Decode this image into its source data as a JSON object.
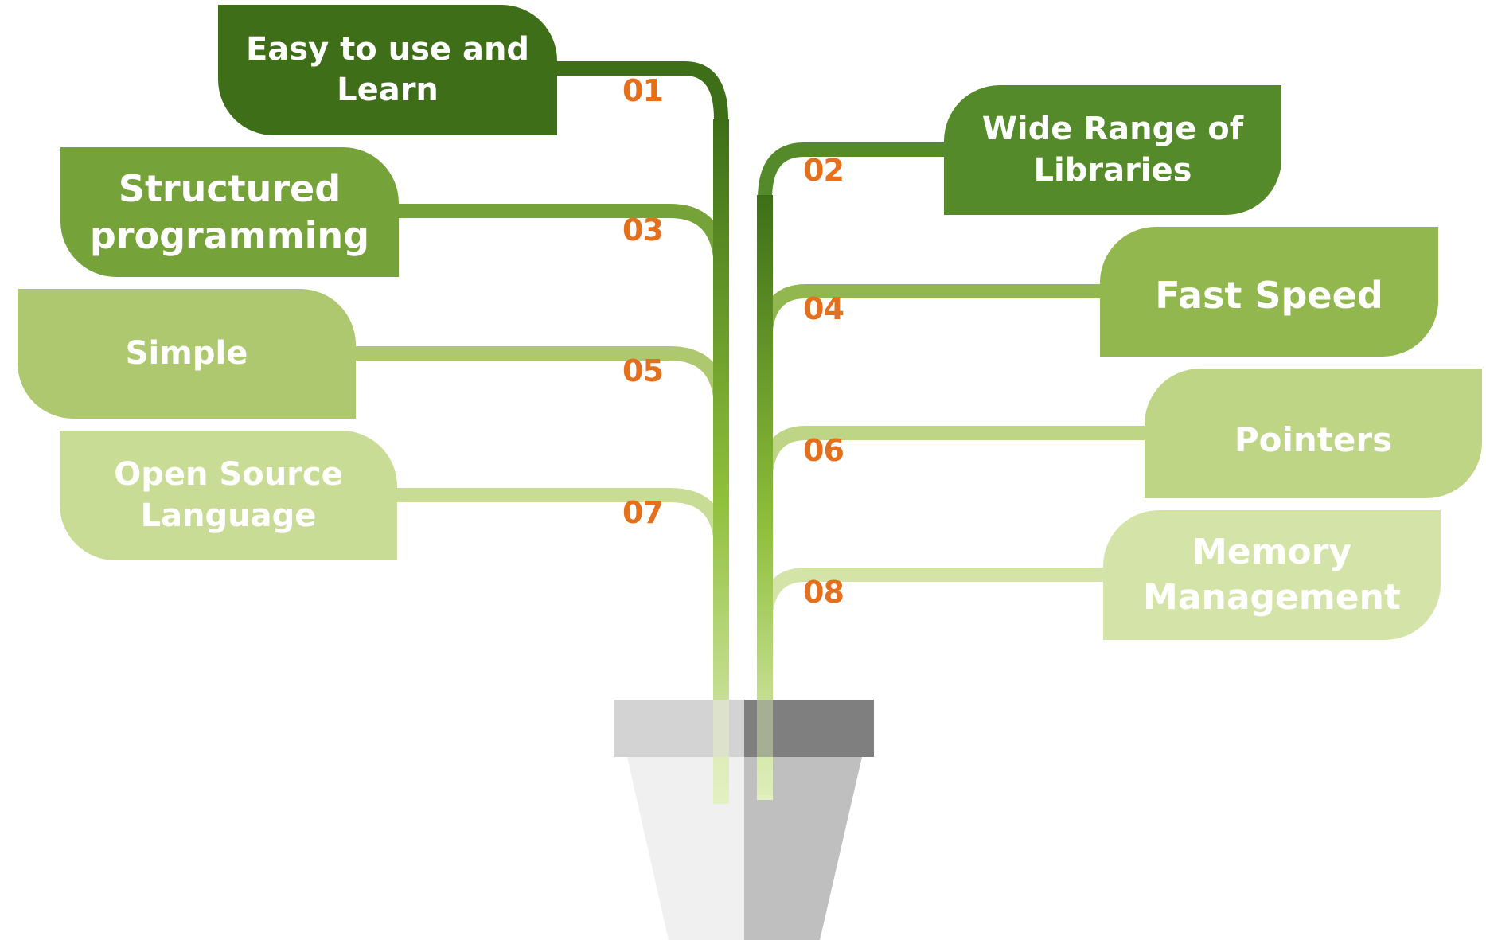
{
  "items": [
    {
      "number": "01",
      "label": "Easy to use and Learn",
      "color": "#3e6f18"
    },
    {
      "number": "02",
      "label": "Wide Range of Libraries",
      "color": "#548a2a"
    },
    {
      "number": "03",
      "label": "Structured programming",
      "color": "#76a23a"
    },
    {
      "number": "04",
      "label": "Fast Speed",
      "color": "#92b74e"
    },
    {
      "number": "05",
      "label": "Simple",
      "color": "#adc86f"
    },
    {
      "number": "06",
      "label": "Pointers",
      "color": "#bdd585"
    },
    {
      "number": "07",
      "label": "Open Source Language",
      "color": "#c8dc95"
    },
    {
      "number": "08",
      "label": "Memory Management",
      "color": "#d4e4a8"
    }
  ],
  "colors": {
    "number_text": "#e4701e",
    "stem_top": "#3e6f18",
    "stem_bottom": "#d8ecb0",
    "pot_rim_left": "#d3d3d3",
    "pot_rim_right": "#7f7f7f",
    "pot_body_left": "#f0f0f0",
    "pot_body_right": "#bfbfbf"
  }
}
